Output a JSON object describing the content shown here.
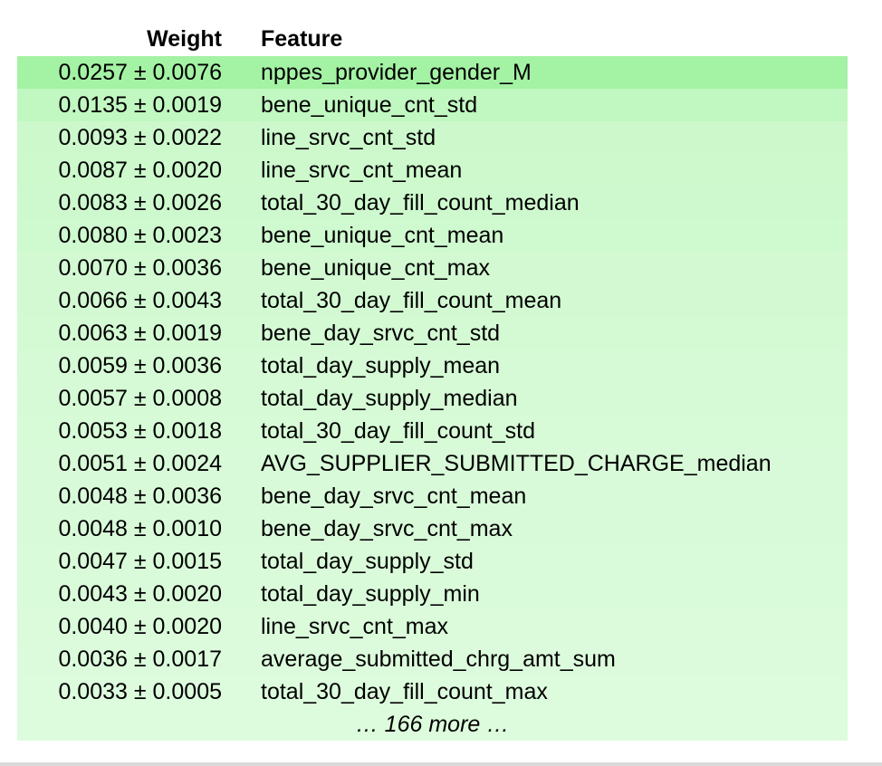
{
  "header": {
    "weight": "Weight",
    "feature": "Feature"
  },
  "rows": [
    {
      "weight": "0.0257 ± 0.0076",
      "feature": "nppes_provider_gender_M",
      "color": "#a4f2a4"
    },
    {
      "weight": "0.0135 ± 0.0019",
      "feature": "bene_unique_cnt_std",
      "color": "#c1f7c1"
    },
    {
      "weight": "0.0093 ± 0.0022",
      "feature": "line_srvc_cnt_std",
      "color": "#ccf8cc"
    },
    {
      "weight": "0.0087 ± 0.0020",
      "feature": "line_srvc_cnt_mean",
      "color": "#cdf9cd"
    },
    {
      "weight": "0.0083 ± 0.0026",
      "feature": "total_30_day_fill_count_median",
      "color": "#cef9ce"
    },
    {
      "weight": "0.0080 ± 0.0023",
      "feature": "bene_unique_cnt_mean",
      "color": "#cff9cf"
    },
    {
      "weight": "0.0070 ± 0.0036",
      "feature": "bene_unique_cnt_max",
      "color": "#d2f9d2"
    },
    {
      "weight": "0.0066 ± 0.0043",
      "feature": "total_30_day_fill_count_mean",
      "color": "#d3f9d3"
    },
    {
      "weight": "0.0063 ± 0.0019",
      "feature": "bene_day_srvc_cnt_std",
      "color": "#d4fad4"
    },
    {
      "weight": "0.0059 ± 0.0036",
      "feature": "total_day_supply_mean",
      "color": "#d5fad5"
    },
    {
      "weight": "0.0057 ± 0.0008",
      "feature": "total_day_supply_median",
      "color": "#d6fad6"
    },
    {
      "weight": "0.0053 ± 0.0018",
      "feature": "total_30_day_fill_count_std",
      "color": "#d7fad7"
    },
    {
      "weight": "0.0051 ± 0.0024",
      "feature": "AVG_SUPPLIER_SUBMITTED_CHARGE_median",
      "color": "#d8fad8"
    },
    {
      "weight": "0.0048 ± 0.0036",
      "feature": "bene_day_srvc_cnt_mean",
      "color": "#d9fad9"
    },
    {
      "weight": "0.0048 ± 0.0010",
      "feature": "bene_day_srvc_cnt_max",
      "color": "#d9fad9"
    },
    {
      "weight": "0.0047 ± 0.0015",
      "feature": "total_day_supply_std",
      "color": "#d9fbd9"
    },
    {
      "weight": "0.0043 ± 0.0020",
      "feature": "total_day_supply_min",
      "color": "#dafbda"
    },
    {
      "weight": "0.0040 ± 0.0020",
      "feature": "line_srvc_cnt_max",
      "color": "#dbfbdb"
    },
    {
      "weight": "0.0036 ± 0.0017",
      "feature": "average_submitted_chrg_amt_sum",
      "color": "#dcfbdc"
    },
    {
      "weight": "0.0033 ± 0.0005",
      "feature": "total_30_day_fill_count_max",
      "color": "#ddfbdd"
    }
  ],
  "more": {
    "text": "… 166 more …",
    "color": "#ddfbdd"
  }
}
